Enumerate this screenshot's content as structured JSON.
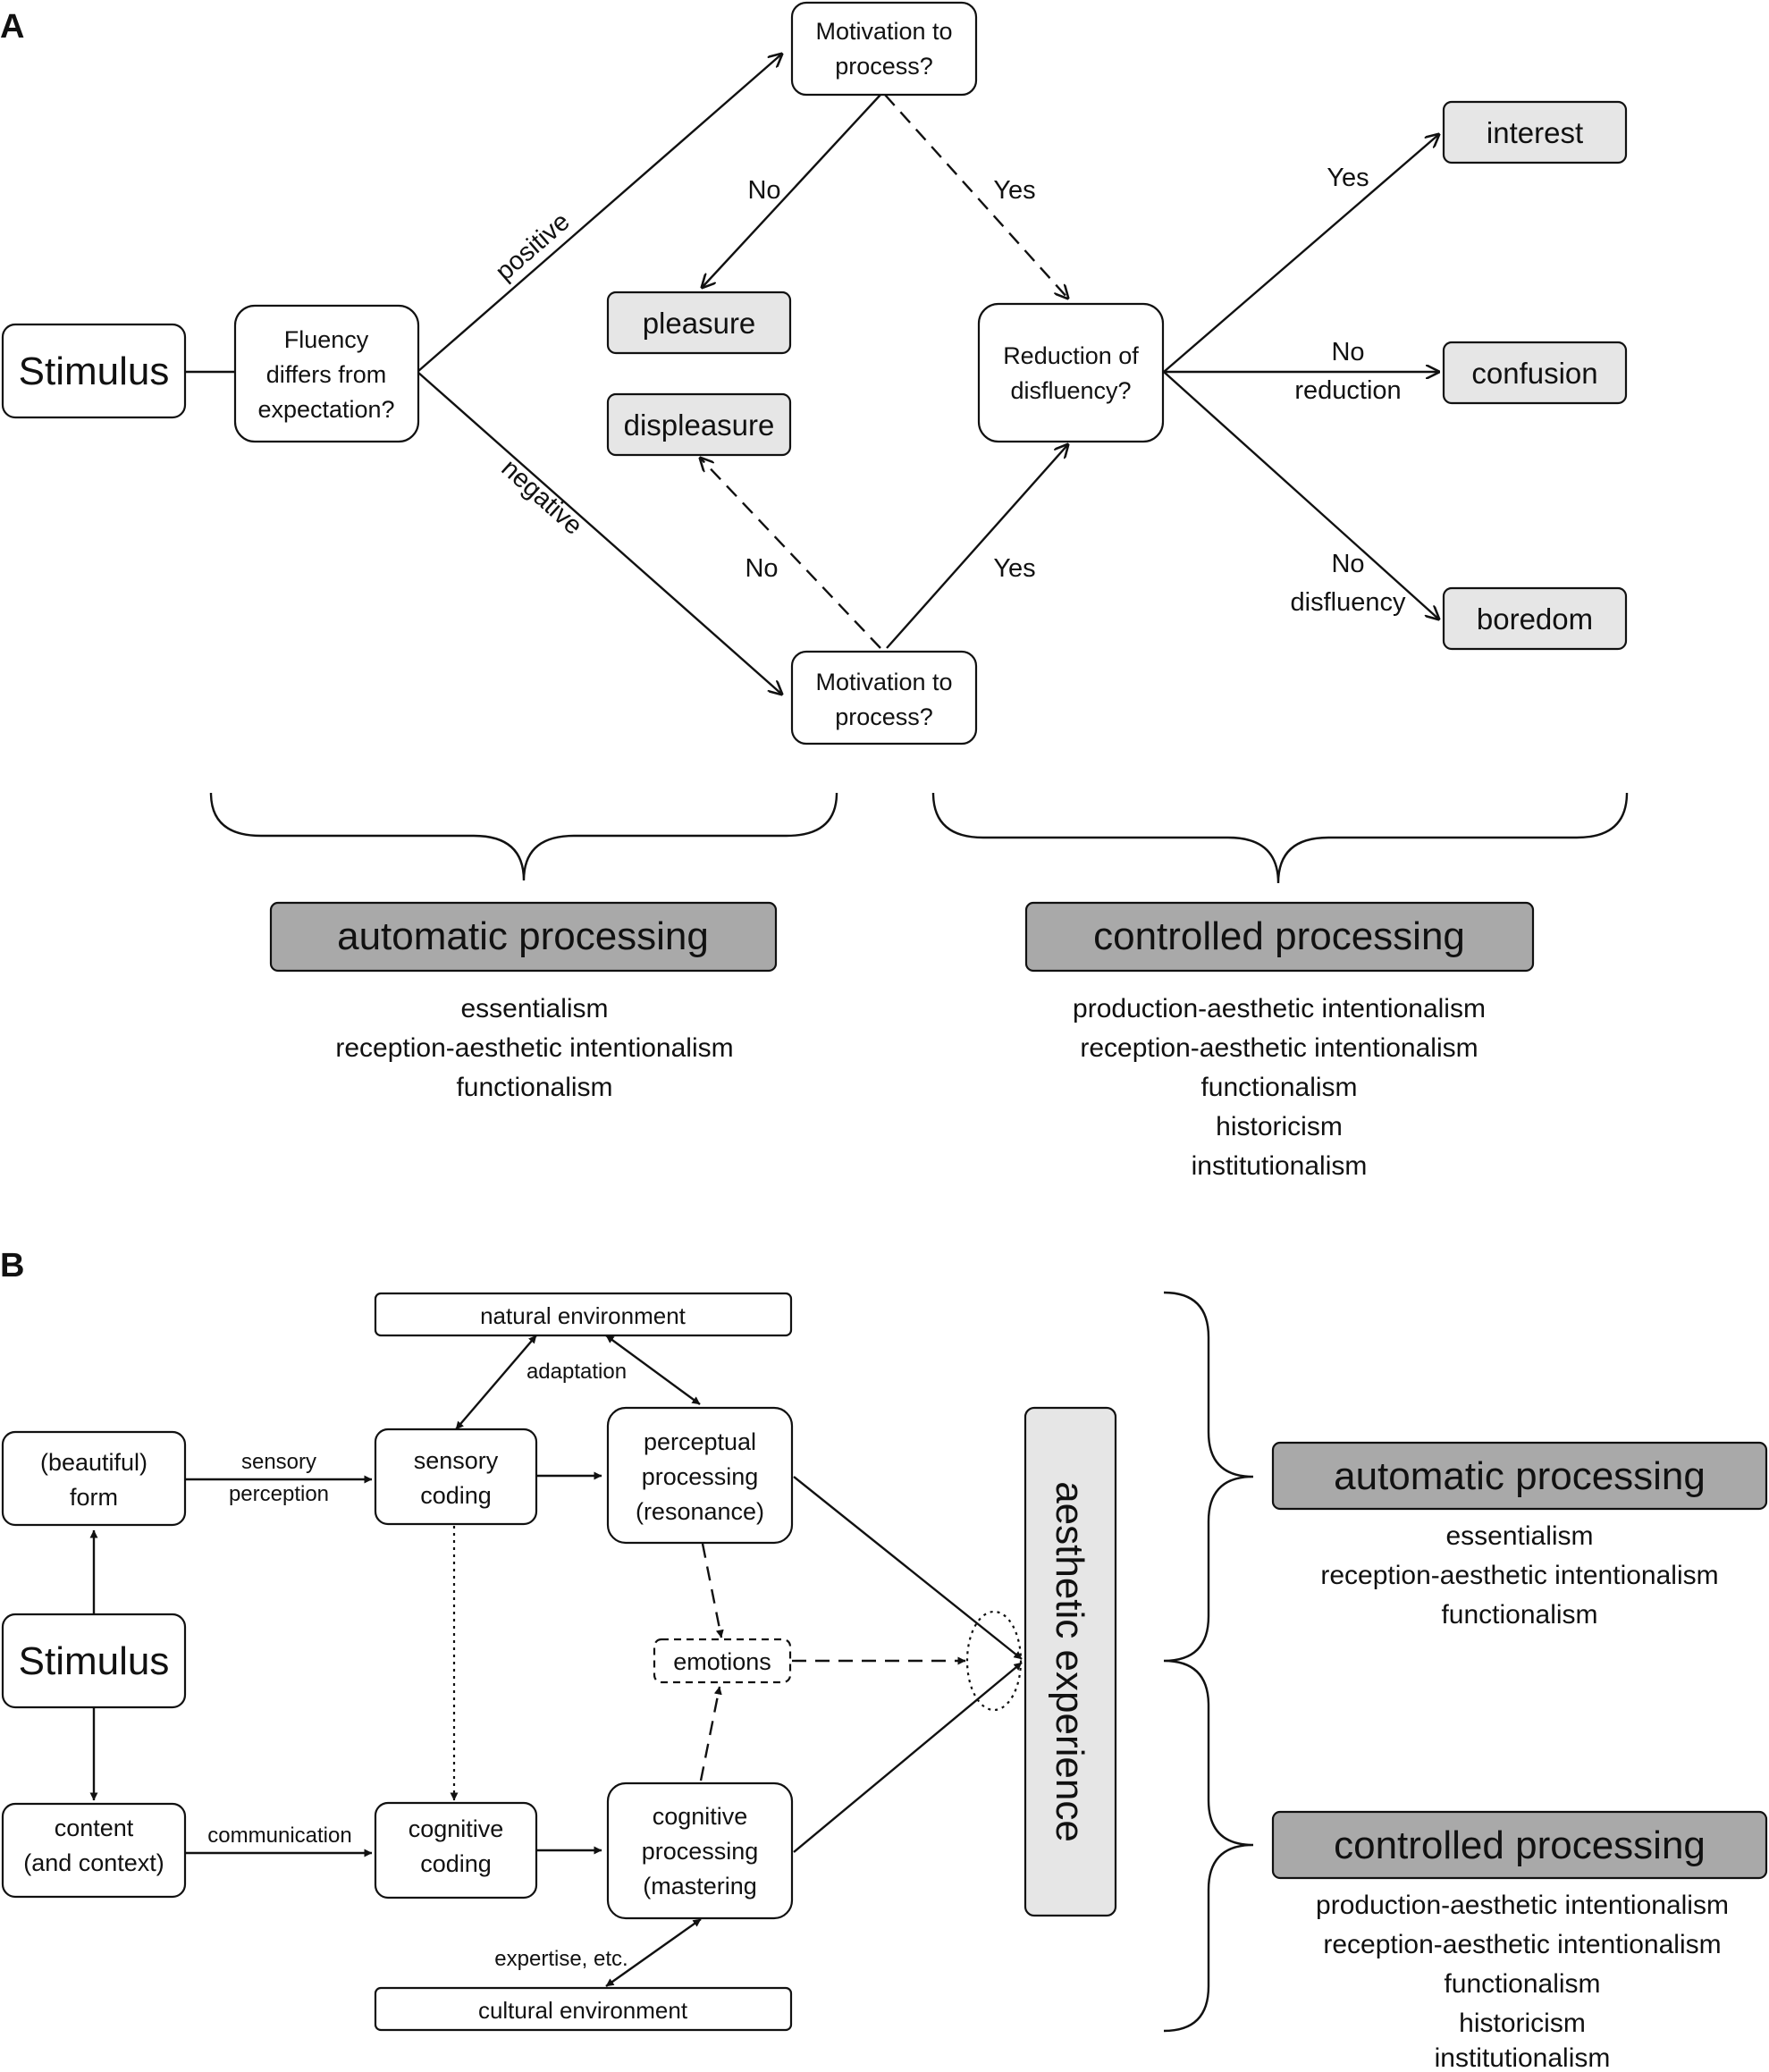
{
  "panel_a": {
    "panel_label": "A",
    "stimulus": "Stimulus",
    "fluency": [
      "Fluency",
      "differs from",
      "expectation?"
    ],
    "motivation_top": [
      "Motivation to",
      "process?"
    ],
    "motivation_bottom": [
      "Motivation to",
      "process?"
    ],
    "reduction": [
      "Reduction of",
      "disfluency?"
    ],
    "pleasure": "pleasure",
    "displeasure": "displeasure",
    "interest": "interest",
    "confusion": "confusion",
    "boredom": "boredom",
    "label_positive": "positive",
    "label_negative": "negative",
    "label_top_no": "No",
    "label_top_yes": "Yes",
    "label_bottom_no": "No",
    "label_bottom_yes": "Yes",
    "label_interest_yes": "Yes",
    "label_no_reduction": [
      "No",
      "reduction"
    ],
    "label_no_disfluency": [
      "No",
      "disfluency"
    ],
    "automatic_processing": "automatic processing",
    "controlled_processing": "controlled processing",
    "automatic_list": [
      "essentialism",
      "reception-aesthetic intentionalism",
      "functionalism"
    ],
    "controlled_list": [
      "production-aesthetic intentionalism",
      "reception-aesthetic intentionalism",
      "functionalism",
      "historicism",
      "institutionalism"
    ]
  },
  "panel_b": {
    "panel_label": "B",
    "natural_environment": "natural environment",
    "adaptation": "adaptation",
    "beautiful_form": [
      "(beautiful)",
      "form"
    ],
    "sensory_perception": [
      "sensory",
      "perception"
    ],
    "sensory_coding": [
      "sensory",
      "coding"
    ],
    "perceptual_processing": [
      "perceptual",
      "processing",
      "(resonance)"
    ],
    "stimulus": "Stimulus",
    "emotions": "emotions",
    "content": [
      "content",
      "(and context)"
    ],
    "communication": "communication",
    "cognitive_coding": [
      "cognitive",
      "coding"
    ],
    "cognitive_processing": [
      "cognitive",
      "processing",
      "(mastering"
    ],
    "expertise": "expertise, etc.",
    "cultural_environment": "cultural environment",
    "aesthetic_experience": "aesthetic experience",
    "automatic_processing": "automatic processing",
    "controlled_processing": "controlled processing",
    "automatic_list": [
      "essentialism",
      "reception-aesthetic intentionalism",
      "functionalism"
    ],
    "controlled_list": [
      "production-aesthetic intentionalism",
      "reception-aesthetic intentionalism",
      "functionalism",
      "historicism",
      "institutionalism"
    ]
  }
}
